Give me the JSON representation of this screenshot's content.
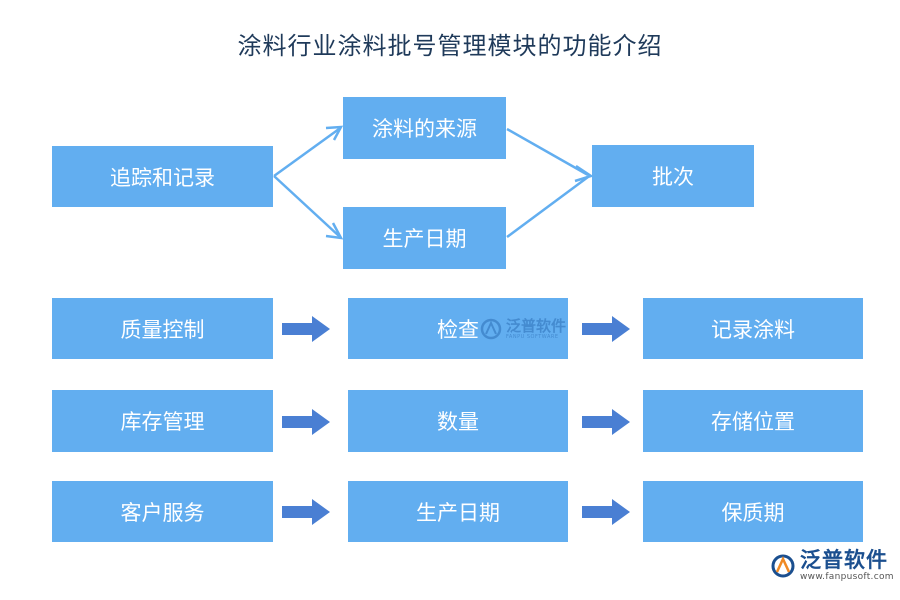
{
  "title": "涂料行业涂料批号管理模块的功能介绍",
  "colors": {
    "box_fill": "#62aef0",
    "box_text": "#ffffff",
    "thin_arrow": "#62aef0",
    "fat_arrow": "#4a7fd3",
    "title_text": "#1f3a5a"
  },
  "top_flow": {
    "source": "追踪和记录",
    "branch_upper": "涂料的来源",
    "branch_lower": "生产日期",
    "target": "批次"
  },
  "rows": [
    {
      "start": "质量控制",
      "middle": "检查",
      "end": "记录涂料"
    },
    {
      "start": "库存管理",
      "middle": "数量",
      "end": "存储位置"
    },
    {
      "start": "客户服务",
      "middle": "生产日期",
      "end": "保质期"
    }
  ],
  "watermark": {
    "brand": "泛普软件",
    "sub": "FANPU SOFTWARE",
    "url": "www.fanpusoft.com",
    "icon": "fanpu-logo-icon"
  }
}
